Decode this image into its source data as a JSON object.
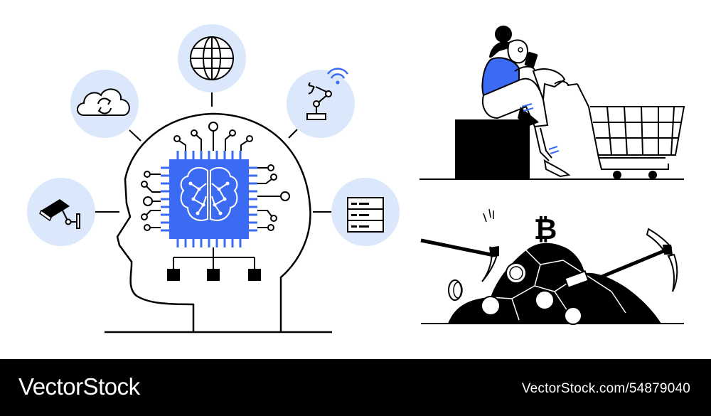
{
  "footer": {
    "brand": "VectorStock",
    "url": "VectorStock.com/54879040"
  },
  "illustrations": {
    "left": "ai-brain-chip-in-head",
    "top_right": "woman-with-phone-and-shopping-cart",
    "bottom_right": "bitcoin-mining-with-pickaxes",
    "bitcoin_symbol": "₿"
  },
  "icons": [
    "security-camera-icon",
    "cloud-sync-icon",
    "globe-icon",
    "robot-arm-icon",
    "wifi-icon",
    "server-icon"
  ],
  "colors": {
    "accent_blue": "#3b6bf2",
    "bubble_blue": "#dbe7fb",
    "ink": "#000000",
    "footer_bg": "#000000"
  }
}
